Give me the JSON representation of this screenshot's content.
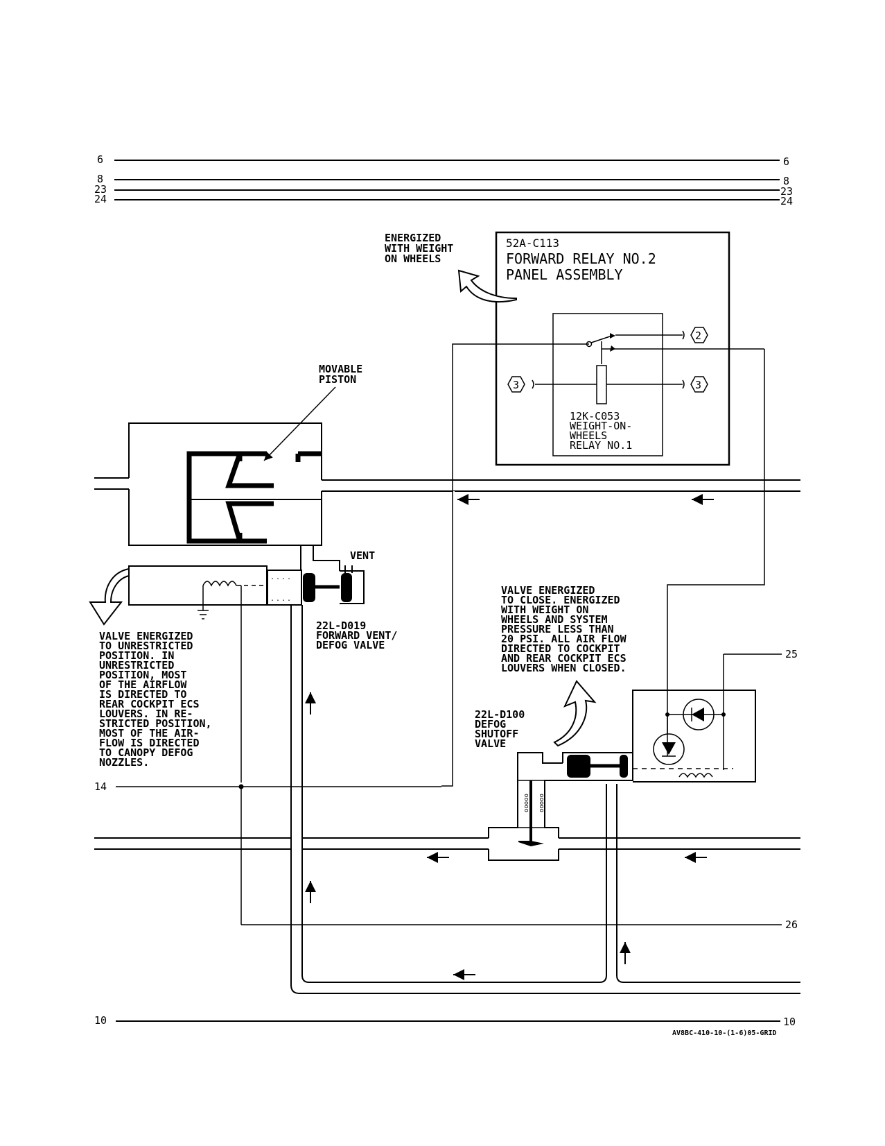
{
  "wires": {
    "w6": "6",
    "w8": "8",
    "w23": "23",
    "w24": "24",
    "w25": "25",
    "w26": "26",
    "w14": "14",
    "w10": "10"
  },
  "relay_panel": {
    "id": "52A-C113",
    "title1": "FORWARD RELAY NO.2",
    "title2": "PANEL ASSEMBLY",
    "relay": [
      "12K-C053",
      "WEIGHT-ON-",
      "WHEELS",
      "RELAY NO.1"
    ],
    "pin_top": "2",
    "pin_left": "3",
    "pin_right": "3"
  },
  "note_wow": [
    "ENERGIZED",
    "WITH WEIGHT",
    "ON WHEELS"
  ],
  "note_piston": [
    "MOVABLE",
    "PISTON"
  ],
  "vent_label": "VENT",
  "vent_valve": [
    "22L-D019",
    "FORWARD VENT/",
    "DEFOG VALVE"
  ],
  "note_vent_valve": [
    "VALVE ENERGIZED",
    "TO UNRESTRICTED",
    "POSITION. IN",
    "UNRESTRICTED",
    "POSITION, MOST",
    "OF THE AIRFLOW",
    "IS DIRECTED TO",
    "REAR COCKPIT ECS",
    "LOUVERS. IN RE-",
    "STRICTED POSITION,",
    "MOST OF THE AIR-",
    "FLOW IS DIRECTED",
    "TO CANOPY DEFOG",
    "NOZZLES."
  ],
  "note_shutoff": [
    "VALVE ENERGIZED",
    "TO CLOSE. ENERGIZED",
    "WITH WEIGHT ON",
    "WHEELS AND SYSTEM",
    "PRESSURE LESS THAN",
    "20 PSI. ALL AIR FLOW",
    "DIRECTED TO COCKPIT",
    "AND REAR COCKPIT ECS",
    "LOUVERS WHEN CLOSED."
  ],
  "shutoff_valve": [
    "22L-D100",
    "DEFOG",
    "SHUTOFF",
    "VALVE"
  ],
  "figure_id": "AV8BC-410-10-(1-6)05-GRID"
}
